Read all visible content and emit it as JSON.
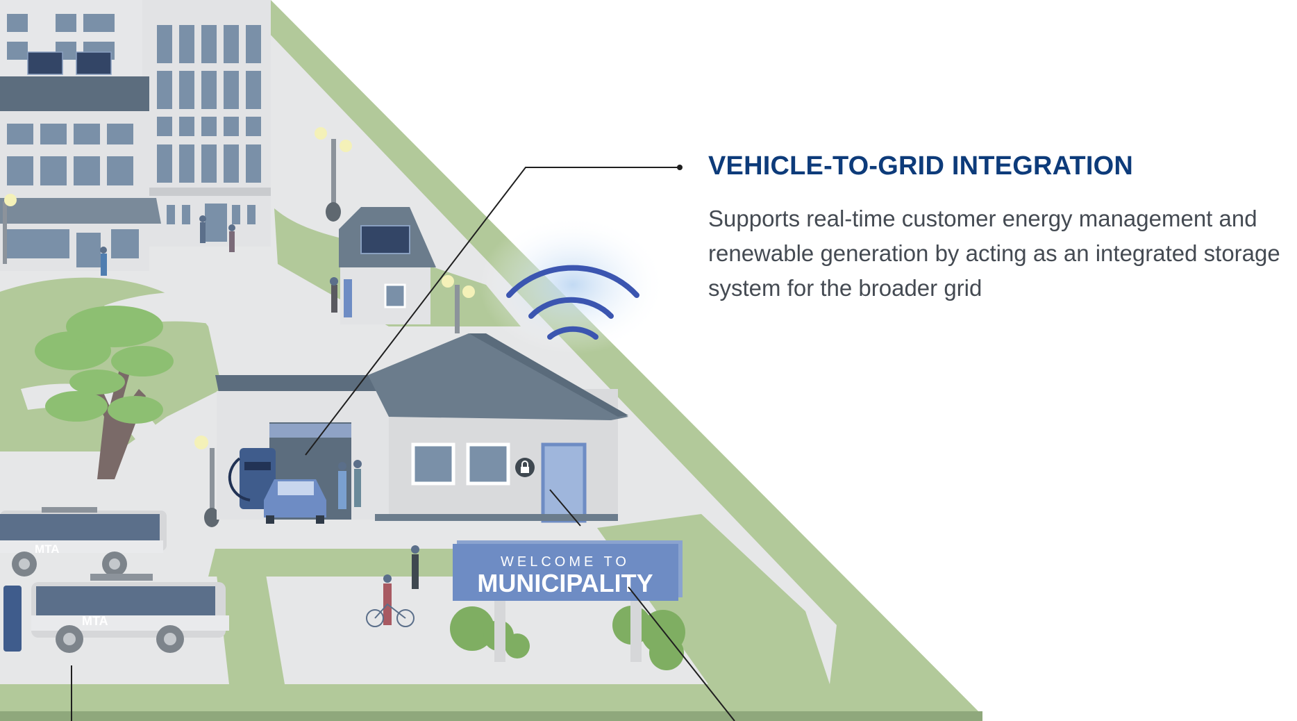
{
  "callout": {
    "title": "VEHICLE-TO-GRID INTEGRATION",
    "description": "Supports real-time customer energy management and renewable generation by acting as an integrated storage system for the broader grid"
  },
  "sign": {
    "line1": "WELCOME TO",
    "line2": "MUNICIPALITY"
  },
  "buses": {
    "label": "MTA"
  },
  "colors": {
    "title": "#0d3b7a",
    "body_text": "#444a52",
    "grass": "#b2c99a",
    "pavement": "#e6e7e8",
    "sign": "#6e8cc4",
    "wifi": "#3b55b0",
    "bus": "#5b6f8a",
    "roof": "#6b7c8c"
  }
}
